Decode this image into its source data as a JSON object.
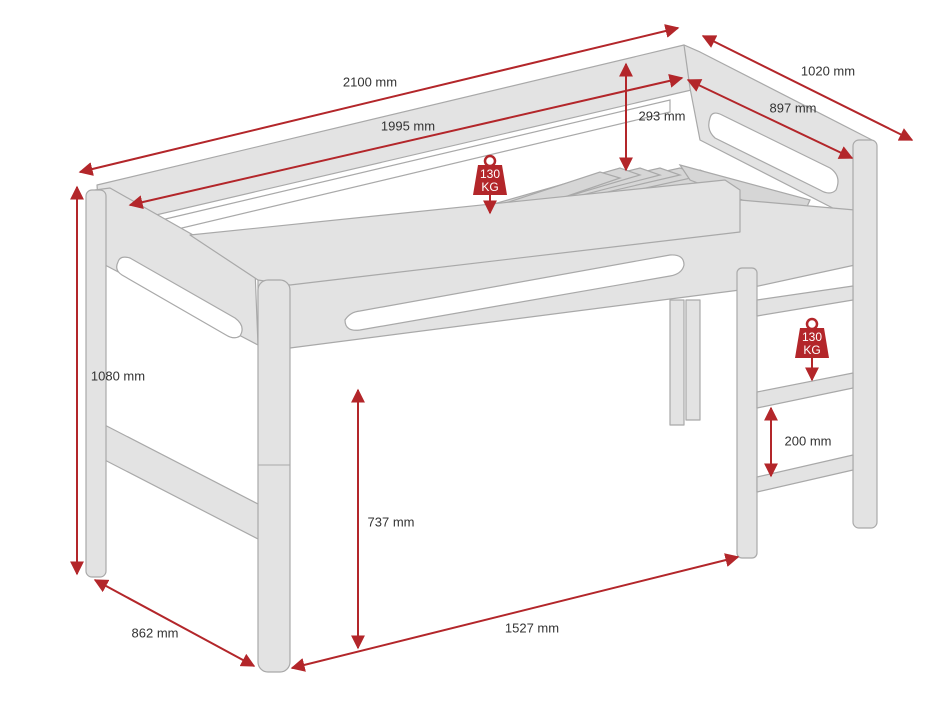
{
  "title": "Loft bed dimensions diagram",
  "colors": {
    "dimension": "#b3262a",
    "bed": "#e3e3e3",
    "outline": "#a9a9a9",
    "text": "#333333"
  },
  "dimensions": {
    "total_length": "2100 mm",
    "inner_length": "1995 mm",
    "guard_height": "293 mm",
    "total_width": "1020 mm",
    "inner_width": "897 mm",
    "total_height": "1080 mm",
    "under_height": "737 mm",
    "rung_spacing": "200 mm",
    "side_depth": "862 mm",
    "leg_span": "1527 mm"
  },
  "weight_badges": [
    {
      "value": "130",
      "unit": "KG"
    },
    {
      "value": "130",
      "unit": "KG"
    }
  ]
}
